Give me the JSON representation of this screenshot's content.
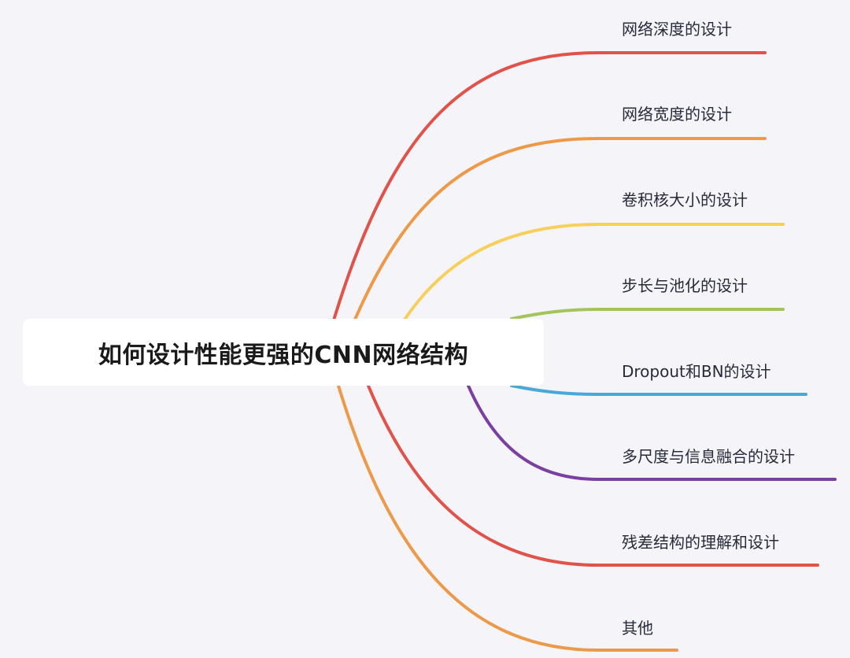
{
  "mindmap": {
    "root": {
      "label": "如何设计性能更强的CNN网络结构"
    },
    "branches": [
      {
        "label": "网络深度的设计",
        "color": "#e0534a"
      },
      {
        "label": "网络宽度的设计",
        "color": "#ec9a4a"
      },
      {
        "label": "卷积核大小的设计",
        "color": "#f6cf5c"
      },
      {
        "label": "步长与池化的设计",
        "color": "#a3c45a"
      },
      {
        "label": "Dropout和BN的设计",
        "color": "#4aa8d6"
      },
      {
        "label": "多尺度与信息融合的设计",
        "color": "#7b3fa2"
      },
      {
        "label": "残差结构的理解和设计",
        "color": "#e0534a"
      },
      {
        "label": "其他",
        "color": "#ec9a4a"
      }
    ]
  }
}
